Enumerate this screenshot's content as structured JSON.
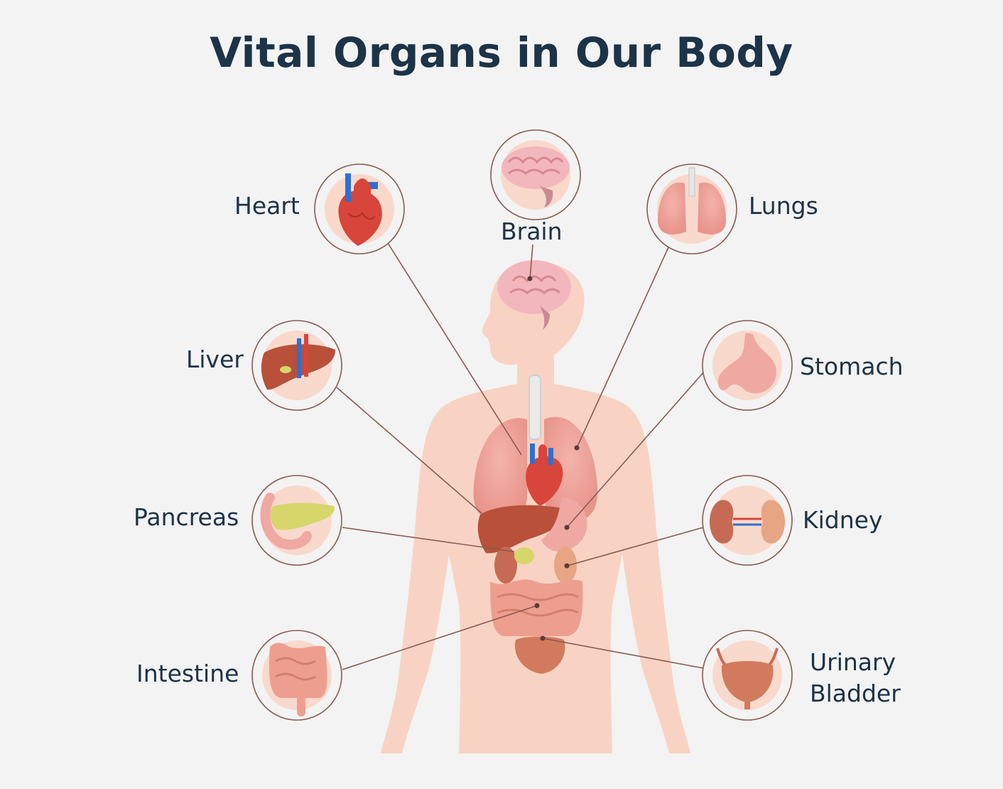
{
  "title": "Vital Organs in Our Body",
  "colors": {
    "background": "#f3f3f3",
    "title_text": "#1c3348",
    "body_silhouette": "#f8d3c4",
    "ring_stroke": "#8a5a50",
    "badge_fill": "#f9d9cc",
    "leader_line": "#8a5a50"
  },
  "organs": [
    {
      "id": "heart",
      "label": "Heart",
      "icon": "heart-icon"
    },
    {
      "id": "brain",
      "label": "Brain",
      "icon": "brain-icon"
    },
    {
      "id": "lungs",
      "label": "Lungs",
      "icon": "lungs-icon"
    },
    {
      "id": "liver",
      "label": "Liver",
      "icon": "liver-icon"
    },
    {
      "id": "stomach",
      "label": "Stomach",
      "icon": "stomach-icon"
    },
    {
      "id": "pancreas",
      "label": "Pancreas",
      "icon": "pancreas-icon"
    },
    {
      "id": "kidney",
      "label": "Kidney",
      "icon": "kidney-icon"
    },
    {
      "id": "intestine",
      "label": "Intestine",
      "icon": "intestine-icon"
    },
    {
      "id": "urinary_bladder",
      "label_line1": "Urinary",
      "label_line2": "Bladder",
      "icon": "bladder-icon"
    }
  ]
}
